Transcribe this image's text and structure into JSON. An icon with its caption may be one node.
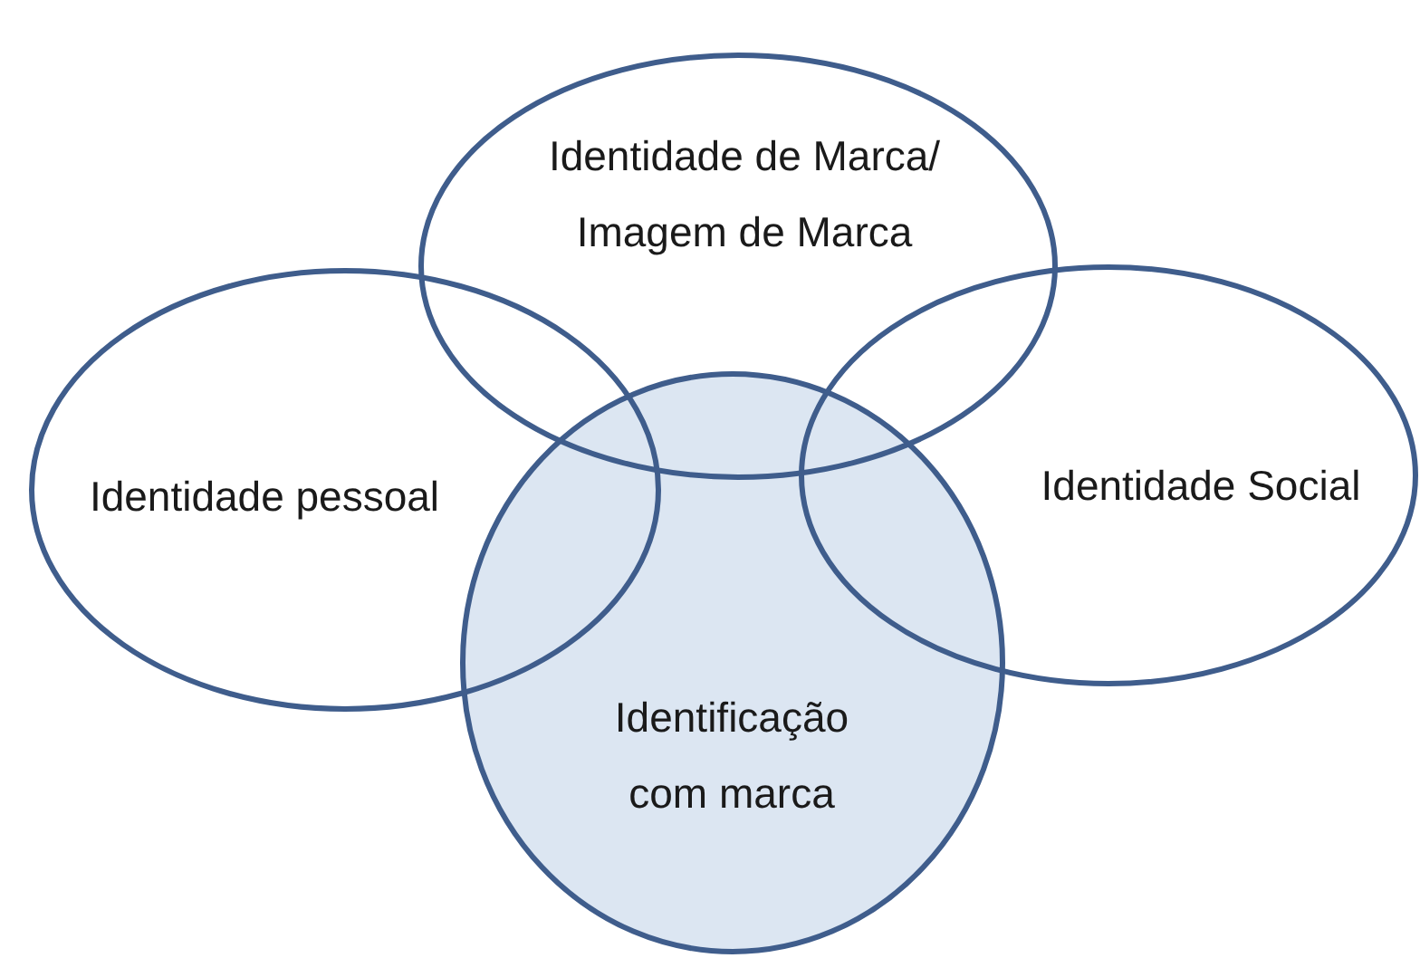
{
  "diagram": {
    "nodes": [
      {
        "text": [
          "Identidade de Marca/ Imagem de Marca"
        ]
      },
      {
        "text": [
          "Identidade pessoal"
        ]
      },
      {
        "text": [
          "Identidade Social"
        ]
      },
      {
        "text": [
          "Identificação com marca"
        ]
      }
    ]
  }
}
